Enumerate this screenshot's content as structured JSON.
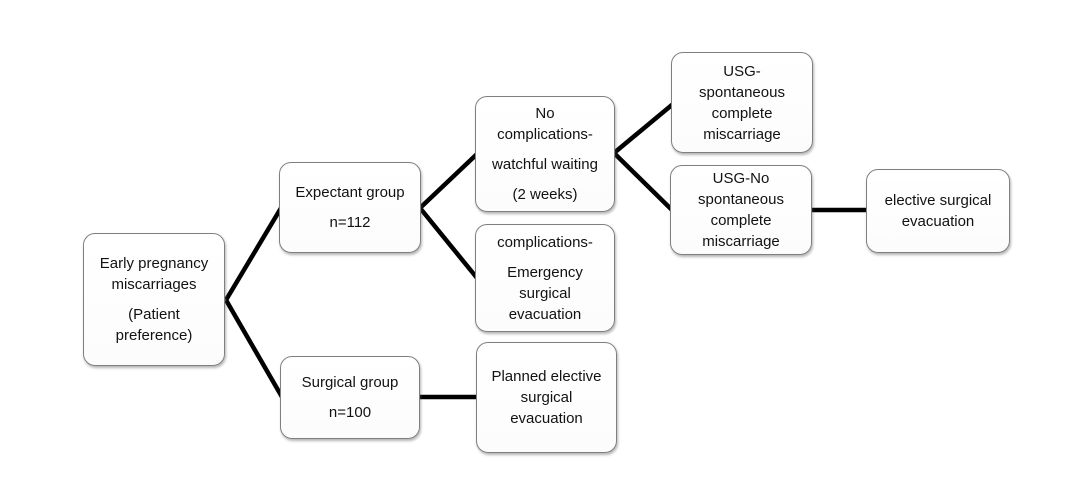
{
  "figure": {
    "type": "flowchart",
    "background_color": "#ffffff",
    "connector_color": "#000000",
    "box_border_color": "#7f7f7f",
    "box_fill_color": "#ffffff",
    "text_color": "#121212"
  },
  "nodes": [
    {
      "id": "early-pregnancy",
      "paragraphs": [
        {
          "lines": [
            "Early pregnancy",
            "miscarriages"
          ]
        },
        {
          "lines": [
            "(Patient",
            "preference)"
          ]
        }
      ]
    },
    {
      "id": "expectant-group",
      "paragraphs": [
        {
          "lines": [
            "Expectant group"
          ]
        },
        {
          "lines": [
            "n=112"
          ]
        }
      ]
    },
    {
      "id": "surgical-group",
      "paragraphs": [
        {
          "lines": [
            "Surgical group"
          ]
        },
        {
          "lines": [
            "n=100"
          ]
        }
      ]
    },
    {
      "id": "no-complications-watchful-waiting",
      "paragraphs": [
        {
          "lines": [
            "No",
            "complications-"
          ]
        },
        {
          "lines": [
            "watchful waiting"
          ]
        },
        {
          "lines": [
            "(2 weeks)"
          ]
        }
      ]
    },
    {
      "id": "complications-emergency-surgical-evacuation",
      "paragraphs": [
        {
          "lines": [
            "complications-"
          ]
        },
        {
          "lines": [
            "Emergency",
            "surgical",
            "evacuation"
          ]
        }
      ]
    },
    {
      "id": "planned-elective-surgical-evacuation",
      "paragraphs": [
        {
          "lines": [
            "Planned elective",
            "surgical",
            "evacuation"
          ]
        }
      ]
    },
    {
      "id": "usg-spontaneous-complete-miscarriage",
      "paragraphs": [
        {
          "lines": [
            "USG-",
            "spontaneous",
            "complete",
            "miscarriage"
          ]
        }
      ]
    },
    {
      "id": "usg-no-spontaneous-complete-miscarriage",
      "paragraphs": [
        {
          "lines": [
            "USG-No",
            "spontaneous",
            "complete",
            "miscarriage"
          ]
        }
      ]
    },
    {
      "id": "elective-surgical-evacuation",
      "paragraphs": [
        {
          "lines": [
            "elective surgical",
            "evacuation"
          ]
        }
      ]
    }
  ],
  "edges": [
    {
      "from": "early-pregnancy",
      "to": "expectant-group"
    },
    {
      "from": "early-pregnancy",
      "to": "surgical-group"
    },
    {
      "from": "expectant-group",
      "to": "no-complications-watchful-waiting"
    },
    {
      "from": "expectant-group",
      "to": "complications-emergency-surgical-evacuation"
    },
    {
      "from": "no-complications-watchful-waiting",
      "to": "usg-spontaneous-complete-miscarriage"
    },
    {
      "from": "no-complications-watchful-waiting",
      "to": "usg-no-spontaneous-complete-miscarriage"
    },
    {
      "from": "usg-no-spontaneous-complete-miscarriage",
      "to": "elective-surgical-evacuation"
    },
    {
      "from": "surgical-group",
      "to": "planned-elective-surgical-evacuation"
    }
  ]
}
